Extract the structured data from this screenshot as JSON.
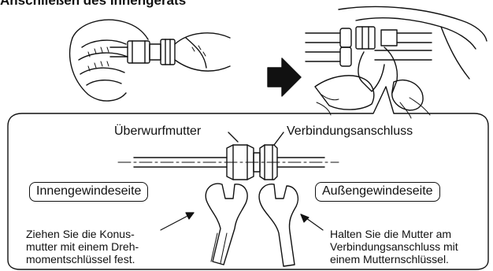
{
  "heading": "Anschließen des Innengeräts",
  "labels": {
    "flare_nut": "Überwurfmutter",
    "connection": "Verbindungsanschluss"
  },
  "tags": {
    "inner_side": "Innengewindeseite",
    "outer_side": "Außengewindeseite"
  },
  "notes": {
    "left": [
      "Ziehen Sie die Konus-",
      "mutter mit einem Dreh-",
      "momentschlüssel fest."
    ],
    "right": [
      "Halten Sie die Mutter am",
      "Verbindungsanschluss mit",
      "einem Mutternschlüssel."
    ]
  },
  "icons": {
    "direction_arrow": "arrow-right-icon"
  }
}
